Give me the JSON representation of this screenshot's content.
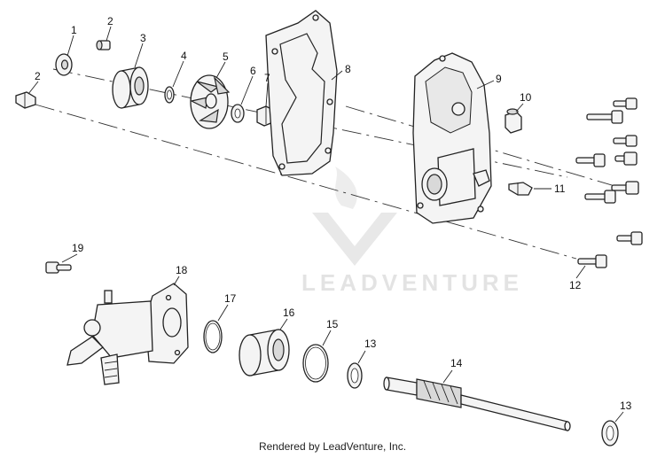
{
  "watermark": {
    "text": "LEADVENTURE"
  },
  "footer": {
    "credit": "Rendered by LeadVenture, Inc."
  },
  "callouts": {
    "c1": "1",
    "c2a": "2",
    "c2b": "2",
    "c3": "3",
    "c4": "4",
    "c5": "5",
    "c6": "6",
    "c7": "7",
    "c8": "8",
    "c9": "9",
    "c10": "10",
    "c11": "11",
    "c12": "12",
    "c13a": "13",
    "c13b": "13",
    "c14": "14",
    "c15": "15",
    "c16": "16",
    "c17": "17",
    "c18": "18",
    "c19": "19"
  },
  "colors": {
    "line": "#222222",
    "part_fill": "#f4f4f4",
    "watermark": "#e3e3e3"
  }
}
